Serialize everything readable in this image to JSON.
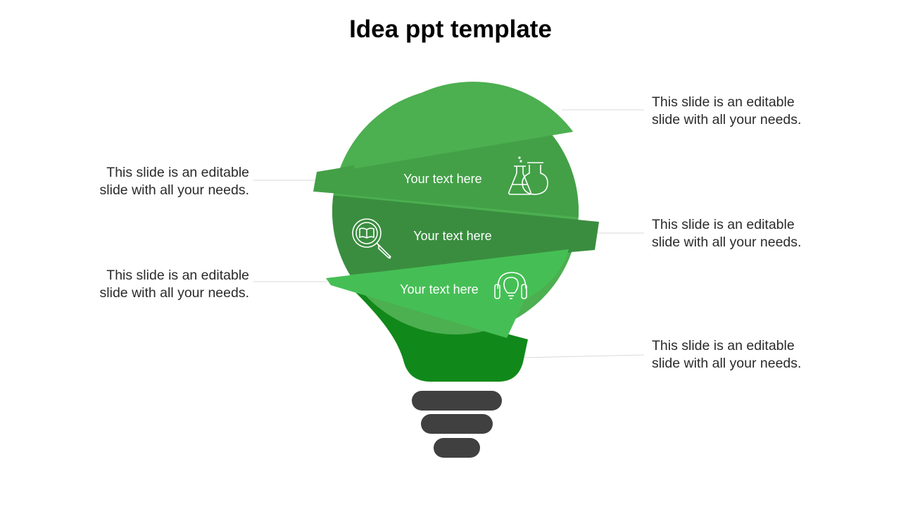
{
  "title": "Idea ppt template",
  "bands": [
    {
      "label": "Your text here",
      "icon": "flasks-icon",
      "color": "#43a047"
    },
    {
      "label": "Your text here",
      "icon": "magnifier-book-icon",
      "color": "#3a8d3f"
    },
    {
      "label": "Your text here",
      "icon": "headphones-bulb-icon",
      "color": "#45bf55"
    }
  ],
  "callouts": {
    "right_1": {
      "line1": "This slide is an editable",
      "line2": "slide with all your needs."
    },
    "left_1": {
      "line1": "This slide is an editable",
      "line2": "slide with all your needs."
    },
    "right_2": {
      "line1": "This slide is an editable",
      "line2": "slide with all your needs."
    },
    "left_2": {
      "line1": "This slide is an editable",
      "line2": "slide with all your needs."
    },
    "right_3": {
      "line1": "This slide is an editable",
      "line2": "slide with all your needs."
    }
  },
  "colors": {
    "top": "#4caf50",
    "neck": "#11881a",
    "base": "#404040",
    "connector": "#d9d9d9"
  }
}
